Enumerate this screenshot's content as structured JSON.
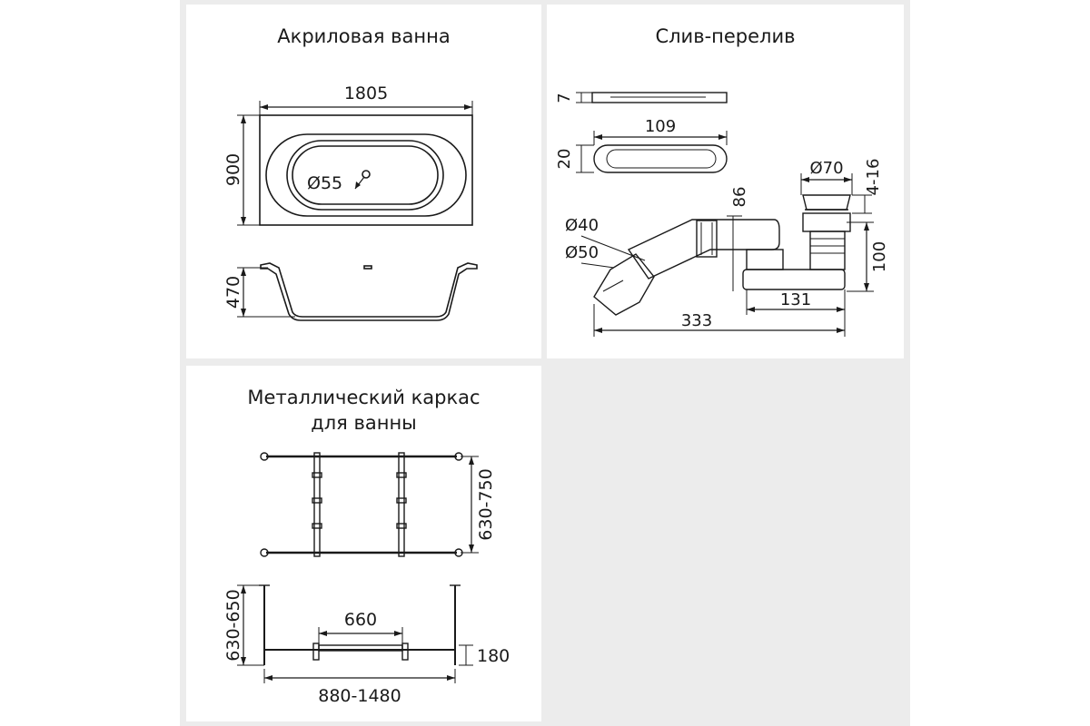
{
  "panels": {
    "bathtub": {
      "title": "Акриловая ванна",
      "dims": {
        "length": "1805",
        "width": "900",
        "drain": "Ø55",
        "height": "470"
      }
    },
    "overflow": {
      "title": "Слив-перелив",
      "dims": {
        "plate_thickness": "7",
        "plate_length": "109",
        "plate_height": "20",
        "outlet_d40": "Ø40",
        "outlet_d50": "Ø50",
        "drain_d70": "Ø70",
        "cap_height": "4-16",
        "height_86": "86",
        "height_100": "100",
        "dist_131": "131",
        "total_333": "333"
      }
    },
    "frame": {
      "title_line1": "Металлический каркас",
      "title_line2": "для ванны",
      "dims": {
        "width_range": "630-750",
        "height_range": "630-650",
        "span": "660",
        "foot": "180",
        "length_range": "880-1480"
      }
    }
  },
  "colors": {
    "panel_bg": "#ffffff",
    "page_bg": "#ececec",
    "line": "#1a1a1a"
  }
}
